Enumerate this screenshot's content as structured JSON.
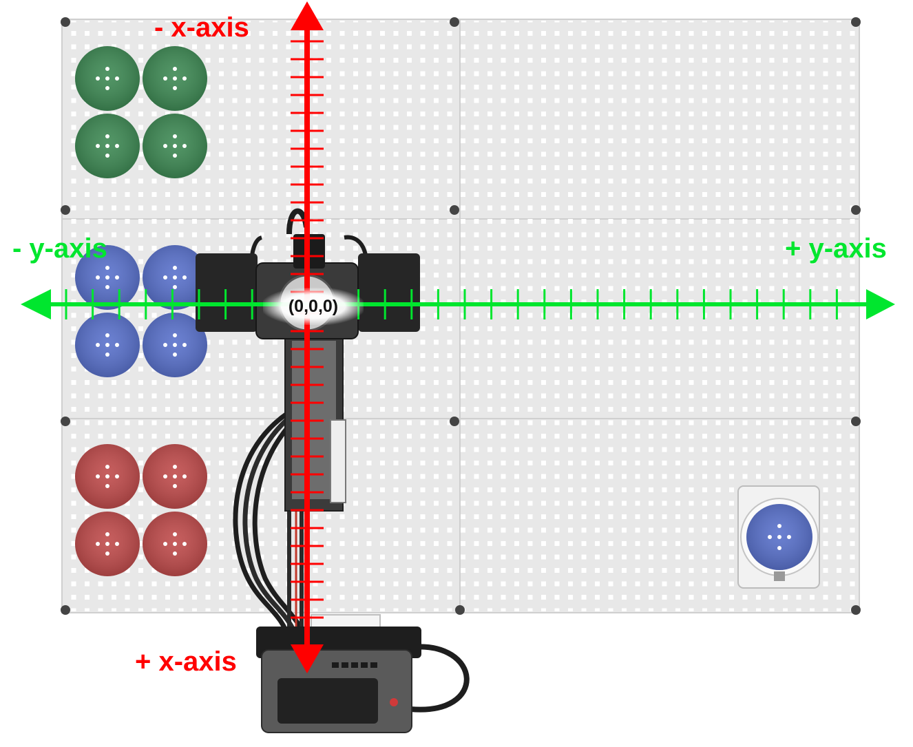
{
  "labels": {
    "neg_x": "- x-axis",
    "pos_x": "+ x-axis",
    "neg_y": "- y-axis",
    "pos_y": "+ y-axis",
    "origin": "(0,0,0)"
  },
  "colors": {
    "x_axis": "#ff0000",
    "y_axis": "#00e62e",
    "board": "#e8e8e8",
    "disk_green": "#3f8a55",
    "disk_blue": "#5a72cc",
    "disk_red": "#c04c4c",
    "robot_dark": "#2a2a2a"
  },
  "board": {
    "panel_columns": 2,
    "panel_rows": 3
  },
  "disks": {
    "green": {
      "count": 4
    },
    "blue": {
      "count": 4
    },
    "red": {
      "count": 4
    },
    "blue_single": {
      "count": 1
    }
  },
  "icons": {
    "robot": "robot-arm-icon",
    "brain": "controller-brain-icon"
  }
}
